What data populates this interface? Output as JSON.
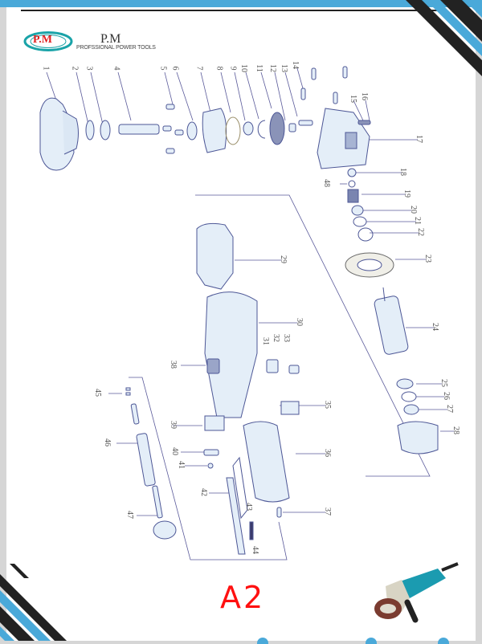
{
  "header": {
    "logo_text": "P.M",
    "brand_name": "P.M",
    "brand_tagline": "PROFSSIONAL POWER TOOLS"
  },
  "diagram": {
    "title": "A2",
    "subject": "Angle grinder exploded parts view",
    "part_labels": [
      "1",
      "2",
      "3",
      "4",
      "5",
      "6",
      "7",
      "8",
      "9",
      "10",
      "11",
      "12",
      "13",
      "14",
      "15",
      "16",
      "17",
      "18",
      "19",
      "20",
      "21",
      "22",
      "23",
      "24",
      "25",
      "26",
      "27",
      "28",
      "29",
      "30",
      "31",
      "32",
      "33",
      "35",
      "36",
      "37",
      "38",
      "39",
      "40",
      "41",
      "42",
      "43",
      "44",
      "45",
      "46",
      "47",
      "48"
    ]
  },
  "labels": {
    "l1": "1",
    "l2": "2",
    "l3": "3",
    "l4": "4",
    "l5": "5",
    "l6": "6",
    "l7": "7",
    "l8": "8",
    "l9": "9",
    "l10": "10",
    "l11": "11",
    "l12": "12",
    "l13": "13",
    "l14": "14",
    "l15": "15",
    "l16": "16",
    "l17": "17",
    "l18": "18",
    "l19": "19",
    "l20": "20",
    "l21": "21",
    "l22": "22",
    "l23": "23",
    "l24": "24",
    "l25": "25",
    "l26": "26",
    "l27": "27",
    "l28": "28",
    "l29": "29",
    "l30": "30",
    "l31": "31",
    "l32": "32",
    "l33": "33",
    "l35": "35",
    "l36": "36",
    "l37": "37",
    "l38": "38",
    "l39": "39",
    "l40": "40",
    "l41": "41",
    "l42": "42",
    "l43": "43",
    "l44": "44",
    "l45": "45",
    "l46": "46",
    "l47": "47",
    "l48": "48"
  },
  "colors": {
    "accent_blue": "#4aa9d9",
    "title_red": "#ff1010",
    "line_color": "#5a5a9a",
    "part_fill": "#e4eef8",
    "stripe_dark": "#222222"
  },
  "product_image": "angle-grinder-product-photo"
}
